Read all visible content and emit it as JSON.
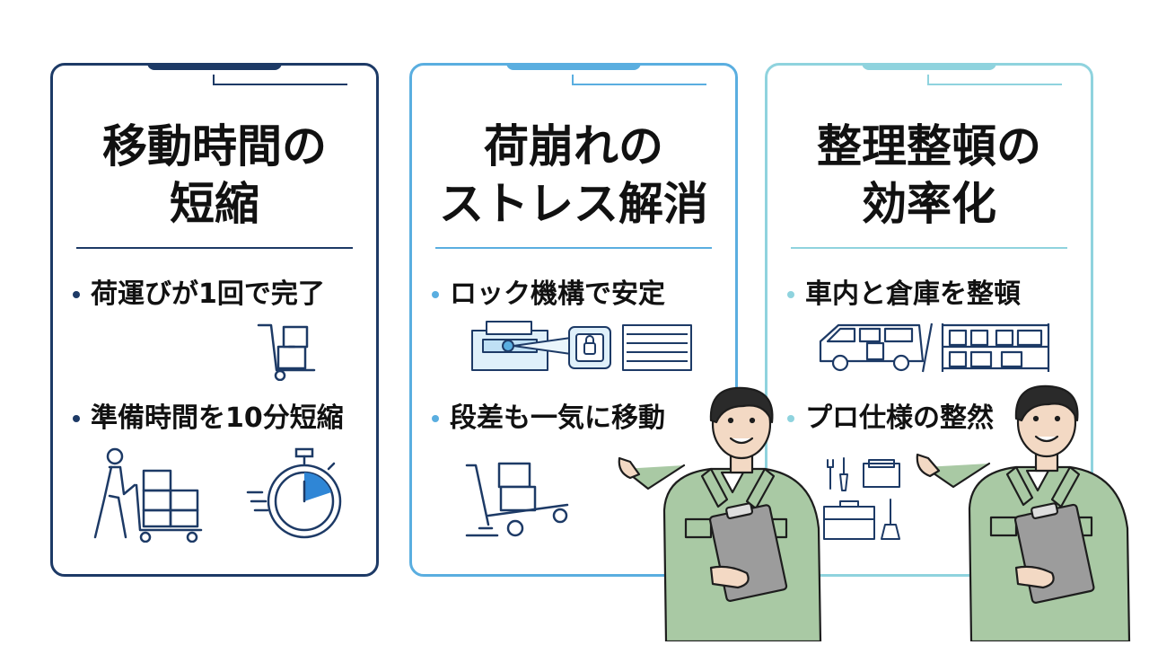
{
  "cards": [
    {
      "title_lines": [
        "移動時間の",
        "短縮"
      ],
      "bullets": [
        "荷運びが1回で完了",
        "準備時間を10分短縮"
      ],
      "accent": "#1d3a66"
    },
    {
      "title_lines": [
        "荷崩れの",
        "ストレス解消"
      ],
      "bullets": [
        "ロック機構で安定",
        "段差も一気に移動"
      ],
      "accent": "#5aaee0"
    },
    {
      "title_lines": [
        "整理整頓の",
        "効率化"
      ],
      "bullets": [
        "車内と倉庫を整頓",
        "プロ仕様の整然"
      ],
      "accent": "#8fd3de"
    }
  ],
  "colors": {
    "uniform": "#a9c9a4",
    "clipboard": "#9c9c9c",
    "skin": "#f3d9c4",
    "clock_accent": "#2f86d6"
  },
  "icons": [
    "hand-truck-icon",
    "worker-cart-icon",
    "stopwatch-icon",
    "lock-mechanism-icon",
    "stair-trolley-icon",
    "van-icon",
    "shelf-icon",
    "tools-icon"
  ]
}
